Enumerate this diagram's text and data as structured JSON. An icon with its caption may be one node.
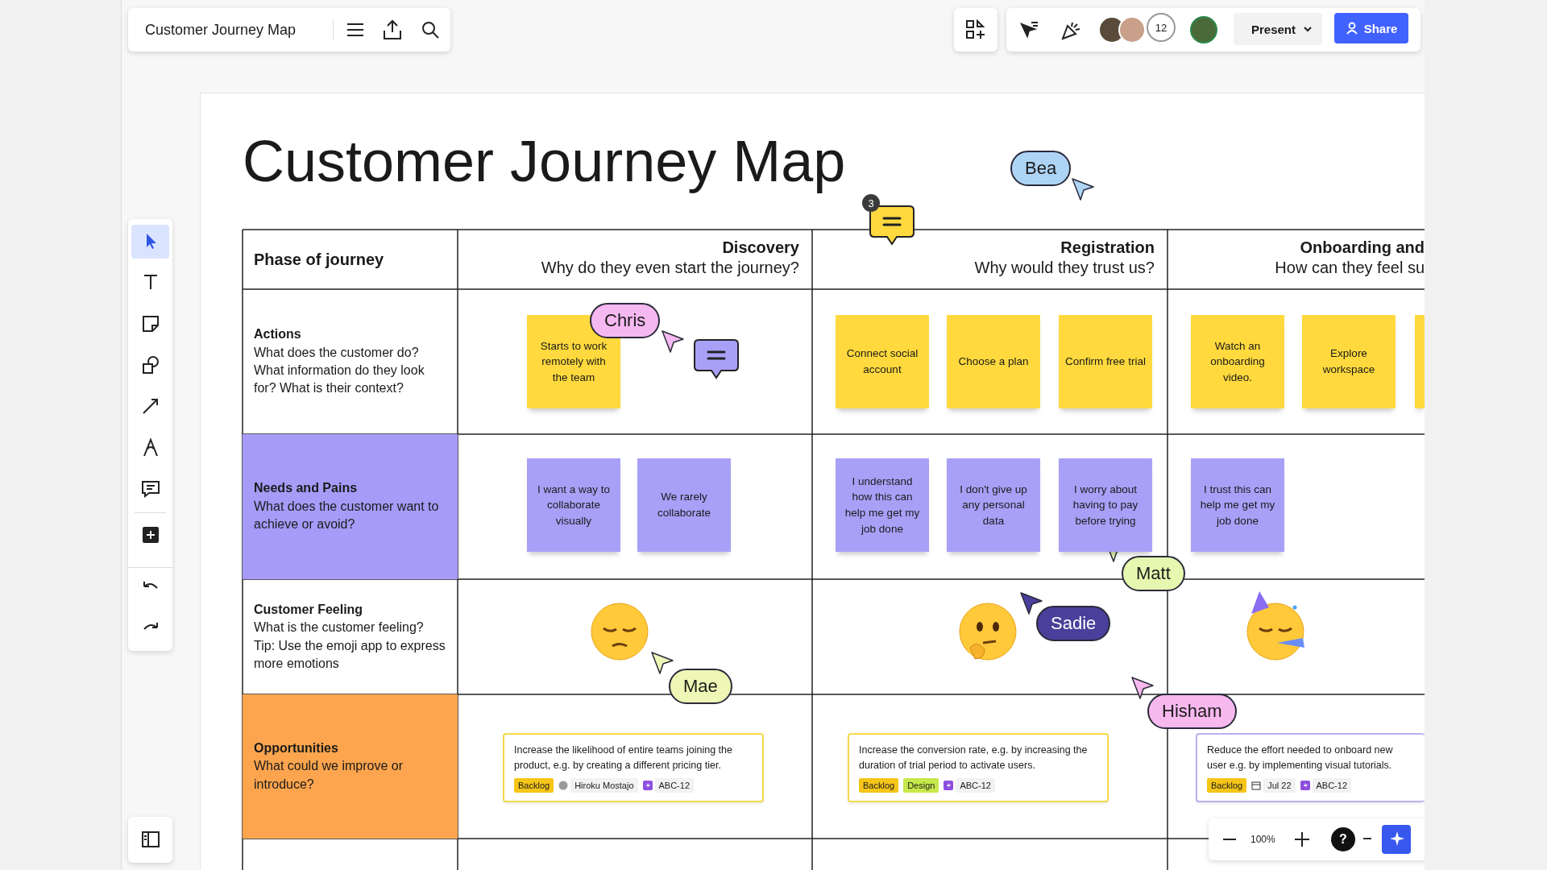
{
  "diagram": {
    "title": "Customer Journey Map",
    "nodes": [
      {
        "text": [
          "Phase of journey"
        ]
      },
      {
        "text": [
          "Discovery",
          "Why do they even start the journey?"
        ]
      },
      {
        "text": [
          "Registration",
          "Why would they trust us?"
        ]
      },
      {
        "text": [
          "Onboarding and",
          "How can they feel su"
        ]
      },
      {
        "text": [
          "Actions",
          "What does the customer do? What information do they look for? What is their context?"
        ]
      },
      {
        "text": [
          "Needs and Pains",
          "What does the customer want to achieve or avoid?"
        ]
      },
      {
        "text": [
          "Customer Feeling",
          "What is the customer feeling? Tip: Use the emoji app to express more emotions"
        ]
      },
      {
        "text": [
          "Opportunities",
          "What could we improve or introduce?"
        ]
      },
      {
        "text": [
          "Starts to work remotely with the team"
        ]
      },
      {
        "text": [
          "Connect social account"
        ]
      },
      {
        "text": [
          "Choose a plan"
        ]
      },
      {
        "text": [
          "Confirm free trial"
        ]
      },
      {
        "text": [
          "Watch an onboarding video."
        ]
      },
      {
        "text": [
          "Explore workspace"
        ]
      },
      {
        "text": [],
        "shape": "box"
      },
      {
        "text": [
          "I want a way to collaborate visually"
        ]
      },
      {
        "text": [
          "We rarely collaborate"
        ]
      },
      {
        "text": [
          "I understand how this can help me get my job done"
        ]
      },
      {
        "text": [
          "I don't give up any personal data"
        ]
      },
      {
        "text": [
          "I worry about having to pay before trying"
        ]
      },
      {
        "text": [
          "I trust this can help me get my job done"
        ]
      },
      {
        "text": [
          "Increase the likelihood of entire teams joining the product, e.g. by creating a different pricing tier.",
          "Backlog",
          "Hiroku Mostajo",
          "ABC-12"
        ]
      },
      {
        "text": [
          "Increase the conversion rate, e.g. by increasing the duration of trial period to activate users.",
          "Backlog",
          "Design",
          "ABC-12"
        ]
      },
      {
        "text": [
          "Reduce the effort needed to onboard new user e.g. by implementing visual tutorials.",
          "Backlog",
          "Jul 22",
          "ABC-12"
        ]
      }
    ],
    "edges": [],
    "labels": [
      "Customer Journey Map",
      "12",
      "Present",
      "Share",
      "Bea",
      "3",
      "Chris",
      "Matt",
      "Sadie",
      "Mae",
      "Hisham",
      "100%",
      "?"
    ]
  }
}
